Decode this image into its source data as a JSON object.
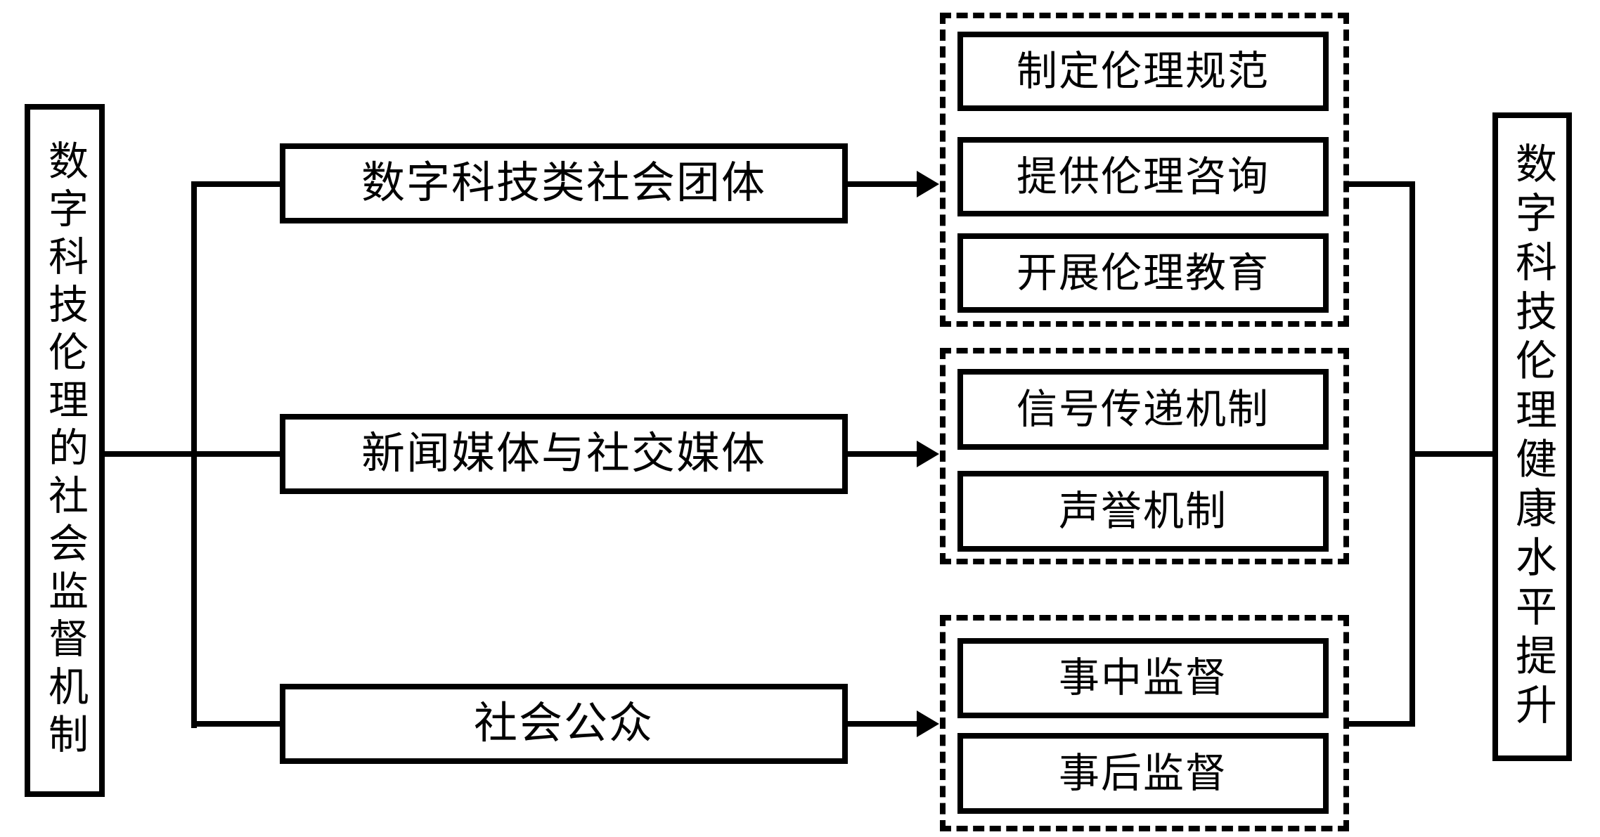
{
  "diagram": {
    "left_box": {
      "label": "数字科技伦理的社会监督机制"
    },
    "right_box": {
      "label": "数字科技伦理健康水平提升"
    },
    "middle_boxes": [
      {
        "label": "数字科技类社会团体"
      },
      {
        "label": "新闻媒体与社交媒体"
      },
      {
        "label": "社会公众"
      }
    ],
    "groups": [
      {
        "items": [
          "制定伦理规范",
          "提供伦理咨询",
          "开展伦理教育"
        ]
      },
      {
        "items": [
          "信号传递机制",
          "声誉机制"
        ]
      },
      {
        "items": [
          "事中监督",
          "事后监督"
        ]
      }
    ],
    "colors": {
      "line": "#000000",
      "background": "#ffffff"
    }
  }
}
